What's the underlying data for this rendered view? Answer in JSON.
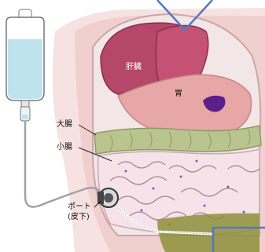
{
  "labels": {
    "liver": "肝臓",
    "stomach": "胃",
    "large_intestine": "大腸",
    "small_intestine": "小腸",
    "port_line1": "ポート",
    "port_line2": "(皮下)"
  },
  "colors": {
    "skin": "#f6dada",
    "liver": "#b5476a",
    "stomach": "#e6a7a6",
    "large_intestine": "#b9c48f",
    "small_intestine": "#f5e3e9",
    "fluid": "#bfe3ee",
    "blue_marks": "#5577c4"
  }
}
